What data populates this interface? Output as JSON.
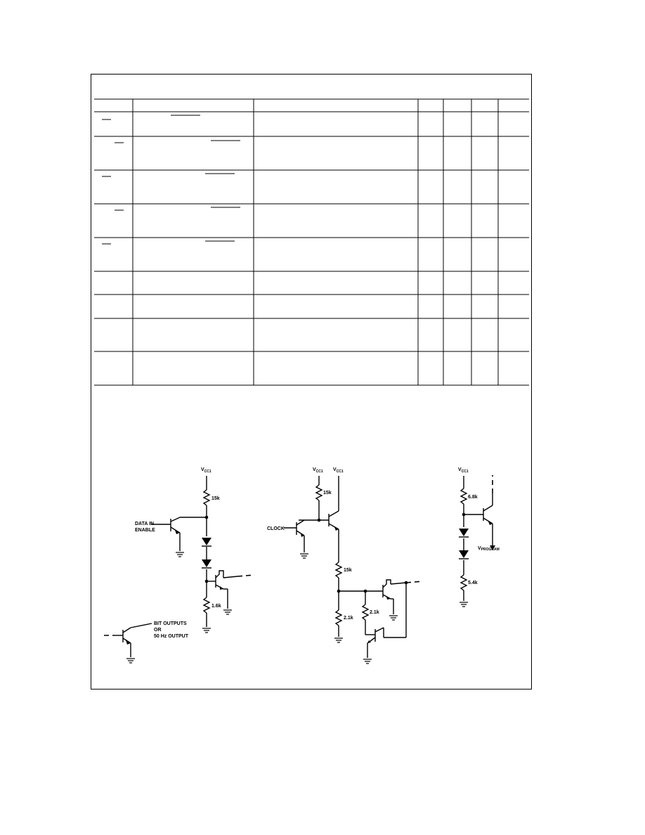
{
  "table": {
    "row_count": 9
  },
  "circuit_left": {
    "supply": "V",
    "supply_sub": "CC1",
    "r_top": "15k",
    "r_bottom": "1.6k",
    "input_line1": "DATA IN",
    "input_line2": "ENABLE"
  },
  "circuit_output": {
    "line1": "BIT OUTPUTS",
    "line2": "OR",
    "line3": "50 Hz OUTPUT"
  },
  "circuit_middle": {
    "supply1": "V",
    "supply1_sub": "CC1",
    "supply2": "V",
    "supply2_sub": "CC1",
    "r_base": "15k",
    "r_emitter": "15k",
    "r_pulldown": "2.1k",
    "r_feedback": "2.1k",
    "input": "CLOCK"
  },
  "circuit_right": {
    "supply": "V",
    "supply_sub": "CC1",
    "r_top": "6.8k",
    "r_bottom": "5.4k",
    "output": "V",
    "output_sub": "PROGRAM"
  }
}
